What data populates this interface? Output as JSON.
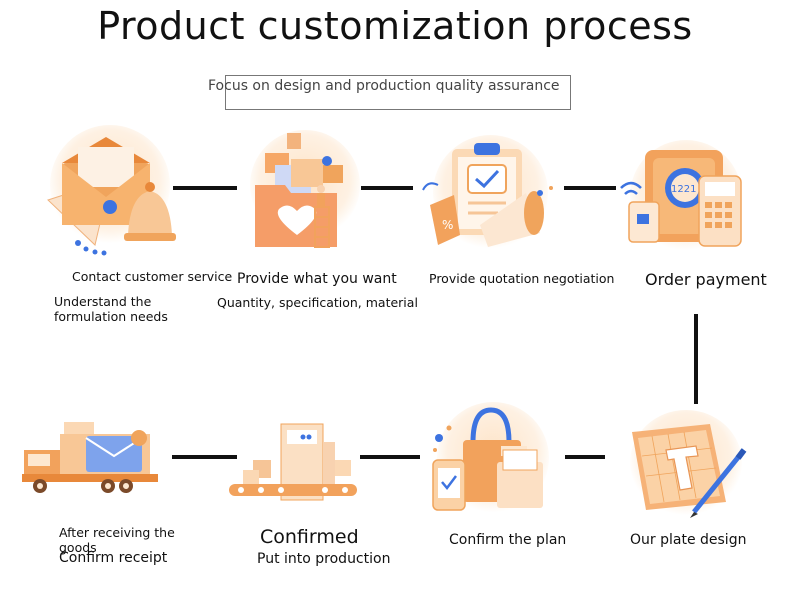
{
  "title": "Product customization process",
  "subtitle": "Focus on design and production quality assurance",
  "steps": [
    {
      "title": "Contact customer service",
      "desc": "Understand the formulation needs",
      "icon": "envelope-bell-icon"
    },
    {
      "title": "Provide what you want",
      "desc": "Quantity, specification, material",
      "icon": "folder-files-icon"
    },
    {
      "title": "Provide quotation negotiation",
      "desc": "",
      "icon": "clipboard-megaphone-icon"
    },
    {
      "title": "Order payment",
      "desc": "",
      "icon": "safe-card-terminal-icon"
    },
    {
      "title": "Our plate design",
      "desc": "",
      "icon": "drafting-pen-icon"
    },
    {
      "title": "Confirm the plan",
      "desc": "",
      "icon": "shopping-bag-phone-icon"
    },
    {
      "title": "Confirmed",
      "desc": "Put into production",
      "icon": "conveyor-machine-icon"
    },
    {
      "title": "After receiving the goods",
      "desc": "Confirm receipt",
      "icon": "delivery-truck-icon"
    }
  ],
  "colors": {
    "accent_orange": "#f2a25c",
    "accent_blue": "#3d73e0",
    "line": "#111111"
  }
}
